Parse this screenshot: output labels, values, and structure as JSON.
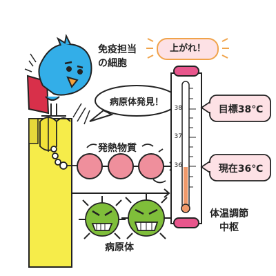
{
  "labels": {
    "immune_cell": [
      "免疫担当",
      "の細胞"
    ],
    "discovery_shout": "病原体発見！",
    "pyrogen": "発熱物質",
    "pathogen": "病原体",
    "thermo_center": [
      "体温調節",
      "中枢"
    ],
    "rise_shout": "上がれ！",
    "setpoint": "目標38℃",
    "current": "現在36℃"
  },
  "thermometer": {
    "ticks": [
      "38",
      "37",
      "36"
    ],
    "mercury_level_celsius": 36,
    "target_celsius": 38
  },
  "colors": {
    "bird": "#33aee8",
    "cell_block": "#f6ec4a",
    "pyrogen": "#ef8f9c",
    "germ": "#7fbe3a",
    "bubble": "#fde1e5",
    "thermo_cap": "#e8568c",
    "mercury": "#f0996a"
  },
  "icons": [
    "bird-mascot-icon",
    "germ-icon",
    "germ-icon"
  ]
}
